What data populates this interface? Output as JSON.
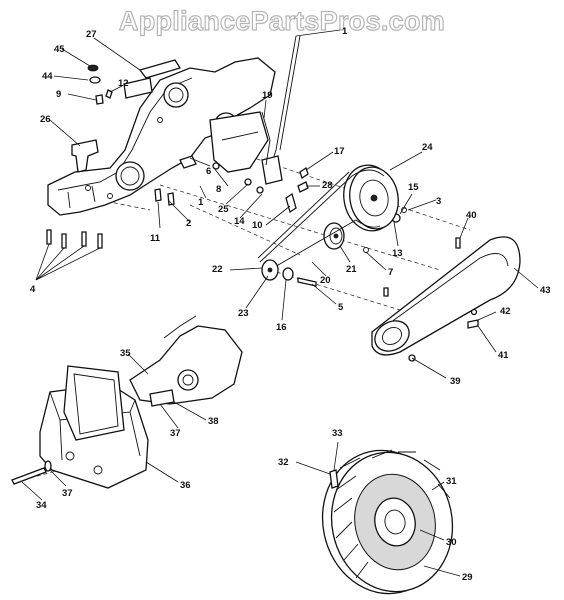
{
  "watermark": "AppliancePartsPros.com",
  "callouts": [
    "1",
    "2",
    "3",
    "4",
    "5",
    "6",
    "7",
    "8",
    "9",
    "10",
    "11",
    "12",
    "13",
    "14",
    "15",
    "16",
    "17",
    "19",
    "20",
    "21",
    "22",
    "23",
    "24",
    "25",
    "26",
    "27",
    "28",
    "29",
    "30",
    "31",
    "32",
    "33",
    "34",
    "35",
    "36",
    "37",
    "37",
    "38",
    "39",
    "40",
    "41",
    "42",
    "43",
    "44",
    "45"
  ]
}
